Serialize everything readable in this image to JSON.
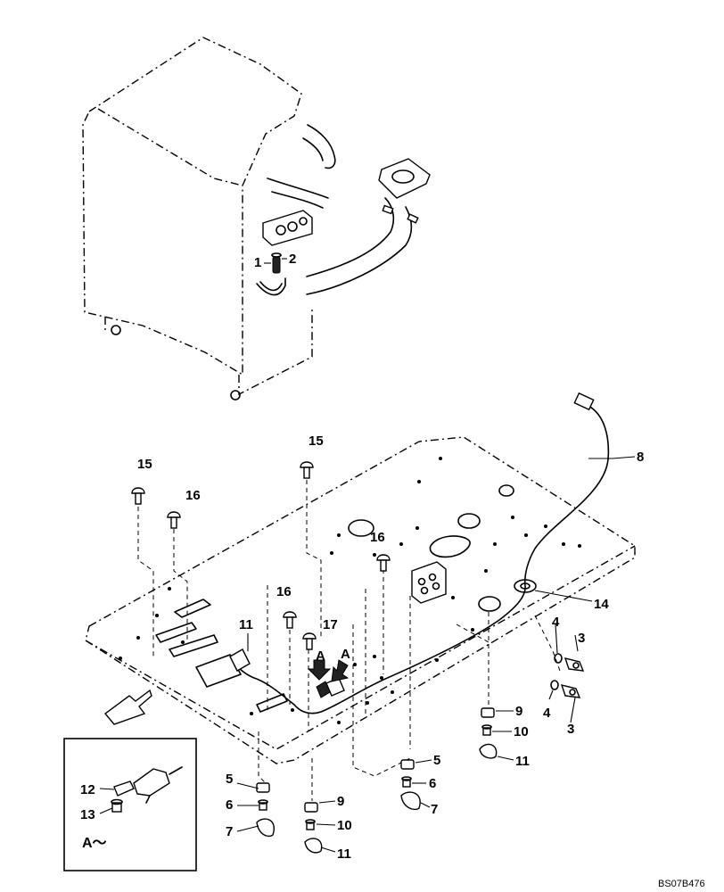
{
  "callouts": {
    "c1": "1",
    "c2": "2",
    "c3a": "3",
    "c3b": "3",
    "c4a": "4",
    "c4b": "4",
    "c5a": "5",
    "c5b": "5",
    "c6a": "6",
    "c6b": "6",
    "c7a": "7",
    "c7b": "7",
    "c8": "8",
    "c9a": "9",
    "c9b": "9",
    "c10a": "10",
    "c10b": "10",
    "c11a": "11",
    "c11b": "11",
    "c11c": "11",
    "c12": "12",
    "c13": "13",
    "c14": "14",
    "c15a": "15",
    "c15b": "15",
    "c16a": "16",
    "c16b": "16",
    "c16c": "16",
    "c17": "17"
  },
  "view_markers": {
    "a1": "A",
    "a2": "A"
  },
  "detail": {
    "title": "A～"
  },
  "drawing_code": "BS07B476"
}
